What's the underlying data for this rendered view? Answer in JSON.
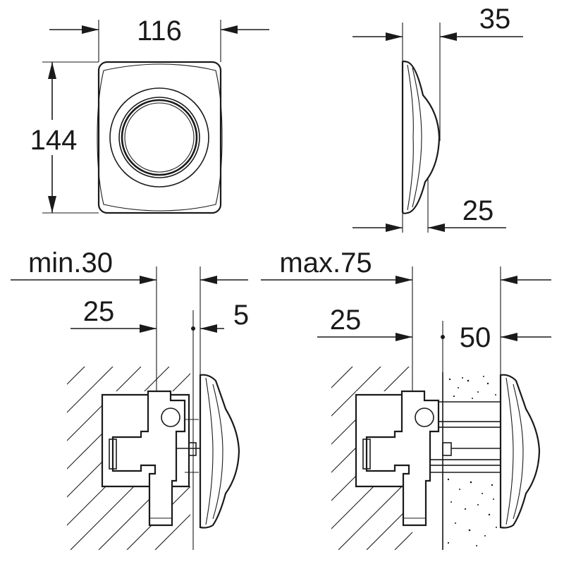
{
  "dimensions": {
    "front_width": "116",
    "front_height": "144",
    "side_depth_outer": "35",
    "side_depth_inner": "25",
    "left_min_label": "min.30",
    "left_depth": "25",
    "left_plate": "5",
    "right_max_label": "max.75",
    "right_depth": "25",
    "right_wall": "50"
  },
  "colors": {
    "line": "#1a1a1a",
    "background": "#ffffff"
  }
}
